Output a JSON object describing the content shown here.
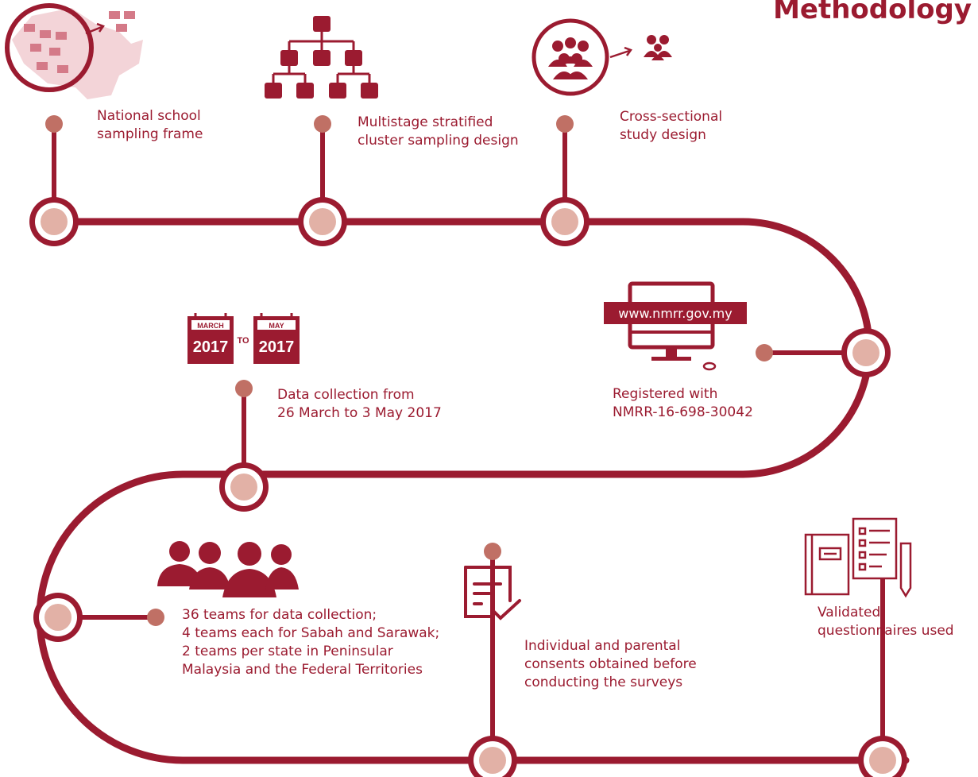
{
  "title": "Methodology",
  "colors": {
    "primary": "#9b1b30",
    "node_fill": "#e2b1a6",
    "dot": "#c07065",
    "map_pink": "#f3d4d8"
  },
  "steps": [
    {
      "lines": [
        "National school",
        "sampling frame"
      ],
      "icon": "map-school-icon"
    },
    {
      "lines": [
        "Multistage stratified",
        "cluster sampling design"
      ],
      "icon": "hierarchy-icon"
    },
    {
      "lines": [
        "Cross-sectional",
        "study design"
      ],
      "icon": "crowd-group-icon"
    },
    {
      "lines": [
        "Registered with",
        "NMRR-16-698-30042"
      ],
      "icon": "computer-icon"
    },
    {
      "lines": [
        "Data collection from",
        "26 March  to 3 May 2017"
      ],
      "icon": "calendar-icon"
    },
    {
      "lines": [
        "36 teams for data collection;",
        "4 teams each for Sabah and Sarawak;",
        "2 teams per state in Peninsular",
        "Malaysia and the Federal Territories"
      ],
      "icon": "team-people-icon"
    },
    {
      "lines": [
        "Individual and parental",
        "consents obtained before",
        "conducting the surveys"
      ],
      "icon": "consent-document-icon"
    },
    {
      "lines": [
        "Validated",
        "questionnaires used"
      ],
      "icon": "questionnaire-icon"
    }
  ],
  "website": "www.nmrr.gov.my",
  "calendar": {
    "start_month": "MARCH",
    "start_year": "2017",
    "connector": "TO",
    "end_month": "MAY",
    "end_year": "2017"
  }
}
